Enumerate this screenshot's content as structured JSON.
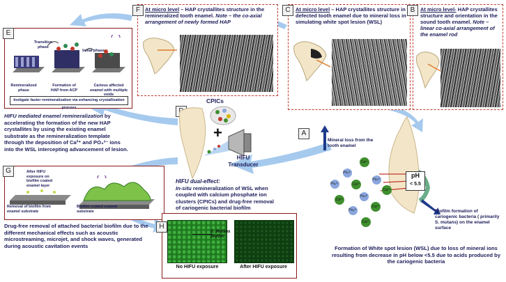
{
  "panels": {
    "A": {
      "letter": "A",
      "mineral_loss": "Mineral loss from the tooth enamel",
      "biofilm_formation": "Biofilm formation of cariogenic bacteria ( primarily S. mutans) on the enamel surface",
      "wsl_caption": "Formation of White spot lesion (WSL) due to loss of mineral ions resulting from decrease in pH below <5.5 due to acids produced by the cariogenic bacteria",
      "ph_label": "pH",
      "ph_value": "< 5.5"
    },
    "B": {
      "letter": "B",
      "heading": "At micro level-",
      "text": " HAP crystallites structure and orientation in the sound tooth enamel. ",
      "note": "Note – linear co-axial arrangement of the enamel rod"
    },
    "C": {
      "letter": "C",
      "heading": "At micro level",
      "text": " – HAP crystallites structure in defected tooth enamel due to mineral loss in simulating white spot lesion (WSL)"
    },
    "D": {
      "letter": "D",
      "cpics_label": "CPICs",
      "plus": "+",
      "transducer_label": "HIFU Transducer",
      "dual_effect_title": "HIFU dual-effect:",
      "dual_effect_lead": "In-situ",
      "dual_effect_text": " remineralization of WSL when coupled with calcium phosphate ion clusters (CPICs) and  drug-free removal of cariogenic bacterial biofilm"
    },
    "E": {
      "letter": "E",
      "transition_phase": "Transition phase",
      "initial_phase": "Initial phase",
      "remineralized_phase": "Remineralized phase",
      "formation_hap": "Formation of HAP from ACP",
      "carious_enamel": "Carious affected enamel with multiple voids",
      "footer": "Instigate faster remineralization via enhancing crystallization process",
      "hifu_title": "HIFU mediated enamel  remineralization",
      "hifu_text": " by accelerating the formation of the new HAP crystallites by using the existing enamel substrate as the remineralization template through the deposition of Ca²⁺ and PO₄³⁻ ions into the WSL intercepting advancement of lesion."
    },
    "F": {
      "letter": "F",
      "heading": "At micro level",
      "text": " – HAP crystallites structure in the remineralized tooth enamel. ",
      "note": "Note – the co-axial arrangement of newly formed HAP"
    },
    "G": {
      "letter": "G",
      "after_hifu": "After HIFU exposure on biofilm coated enamel layer",
      "removal": "Removal of biofilm from enamel substrate",
      "biofilm_coated": "Biofilm coated enamel substrate",
      "drug_free": "Drug-free removal of attached bacterial biofilm due to the different mechanical effects such as acoustic microstreaming, microjet, and shock waves, generated during acoustic cavitation events"
    },
    "H": {
      "letter": "H",
      "no_hifu": "No HIFU exposure",
      "after_hifu": "After HIFU exposure",
      "smutans": "S. Mutans biofilm"
    }
  },
  "ions": {
    "ca": "Ca²⁺",
    "po": "Po₄³⁻"
  },
  "colors": {
    "arrow_blue": "#9cc4ec",
    "dashed_border": "#c0392b",
    "solid_border": "#8b1a1a",
    "text": "#1c1c5a",
    "ca_green": "#3f8f2e",
    "po_blue": "#8aa6dd",
    "biofilm_green": "#1f7a1f"
  }
}
